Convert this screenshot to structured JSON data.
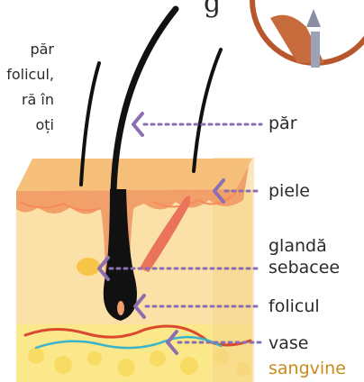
{
  "intro_fragments": [
    "păr",
    "folicul,",
    "ră în",
    "oți"
  ],
  "corner_glyph": "g",
  "labels": {
    "hair": "păr",
    "skin": "piele",
    "gland_line1": "glandă",
    "gland_line2": "sebacee",
    "follicle": "folicul",
    "vessels_line1": "vase",
    "vessels_line2": "sangvine"
  },
  "colors": {
    "skin_top": "#f6c07a",
    "skin_layer": "#f2a06a",
    "dermis": "#fbe0a8",
    "fat": "#fbe88a",
    "hair": "#111111",
    "arrow": "#8b6fb0",
    "gland": "#e9745a",
    "vessel_red": "#d9482f",
    "vessel_blue": "#3bb3c8",
    "accent_text": "#c98a1a"
  }
}
